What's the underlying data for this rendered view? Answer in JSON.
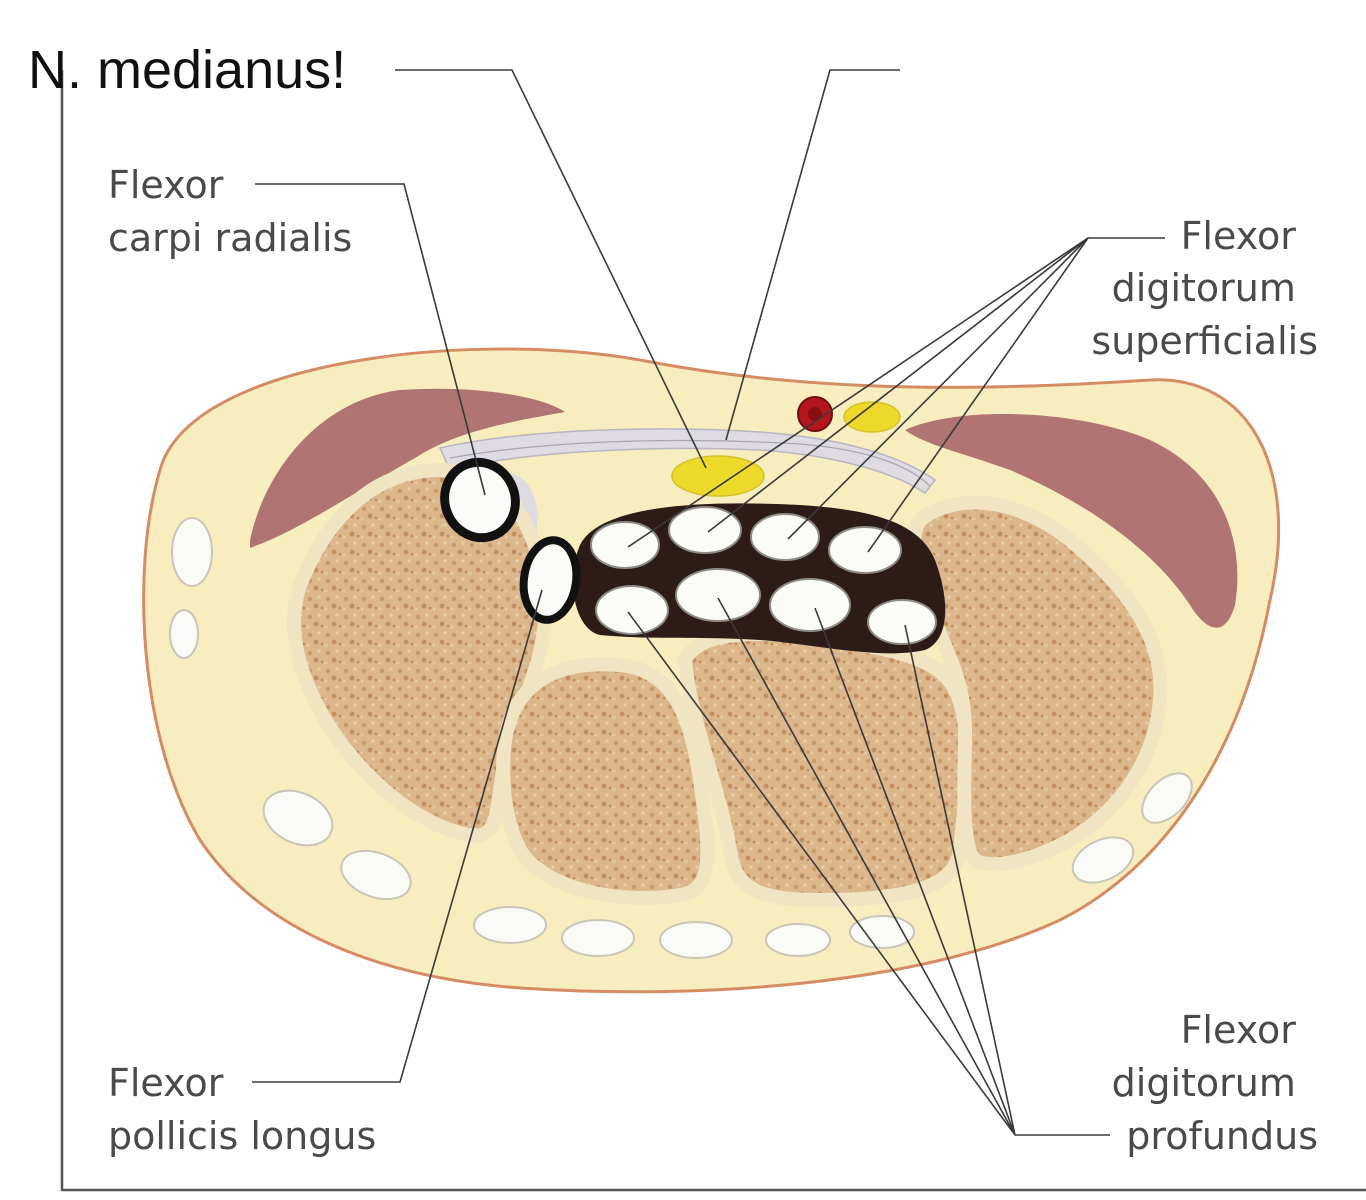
{
  "title": "N. medianus!",
  "labels": {
    "fcr_line1": "Flexor",
    "fcr_line2": "carpi radialis",
    "fds_line1": "Flexor",
    "fds_line2": "digitorum",
    "fds_line3": "superficialis",
    "fpl_line1": "Flexor",
    "fpl_line2": "pollicis longus",
    "fdp_line1": "Flexor",
    "fdp_line2": "digitorum",
    "fdp_line3": "profundus"
  },
  "colors": {
    "skin_outline": "#d58c63",
    "subcutis": "#f7edbf",
    "muscle": "#b07472",
    "bone_cortex": "#f1e4c2",
    "bone_marrow": "#d9b48a",
    "nerve": "#ecd92a",
    "artery": "#b3161d",
    "carpal_tunnel": "#2c1b17",
    "retinaculum": "#dedbe3"
  }
}
